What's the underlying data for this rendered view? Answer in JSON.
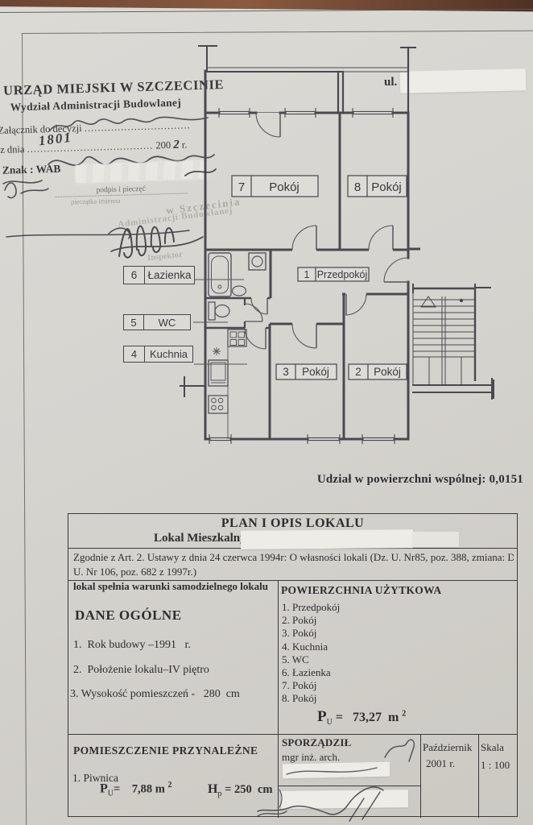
{
  "page": {
    "address_prefix": "ul.",
    "share_note": "Udział w powierzchni wspólnej: 0,0151"
  },
  "stamp": {
    "line1": "URZĄD MIEJSKI W SZCZECINIE",
    "line2": "Wydział Administracji Budowlanej",
    "line3": "Załącznik do decyzji",
    "line3_dots": "................................",
    "line4": "z dnia",
    "line4_dots": "......................................",
    "line4_year": "200",
    "line4_year_hand": "2",
    "line4_suffix": "r.",
    "hand_number": "1801",
    "line5": "Znak : WAB",
    "sig_caption": "podpis i pieczęć",
    "sig_caption2": "pieczątka imienna",
    "faint_stamp_line1": "w Szczecinia",
    "faint_stamp_line2": "Administracji Budowlanej",
    "faint_stamp_line3": "Inspektor"
  },
  "plan": {
    "rooms": [
      {
        "num": "1",
        "name": "Przedpokój"
      },
      {
        "num": "2",
        "name": "Pokój"
      },
      {
        "num": "3",
        "name": "Pokój"
      },
      {
        "num": "4",
        "name": "Kuchnia"
      },
      {
        "num": "5",
        "name": "WC"
      },
      {
        "num": "6",
        "name": "Łazienka"
      },
      {
        "num": "7",
        "name": "Pokój"
      },
      {
        "num": "8",
        "name": "Pokój"
      }
    ]
  },
  "table": {
    "title": "PLAN I OPIS LOKALU",
    "subtitle": "Lokal Mieszkalny",
    "legal_line1": "Zgodnie z Art. 2. Ustawy z dnia 24 czerwca 1994r: O własności lokali (Dz. U. Nr85, poz. 388, zmiana: Dz.",
    "legal_line2_normal": "U. Nr 106, poz. 682 z 1997r.) ",
    "legal_line2_bold": "lokal spełnia warunki samodzielnego lokalu",
    "general": {
      "heading": "DANE OGÓLNE",
      "items": [
        "1.  Rok budowy –1991   r.",
        "2.  Położenie lokalu–IV piętro",
        "3. Wysokość pomieszczeń -   280  cm"
      ]
    },
    "usable_area": {
      "heading": "POWIERZCHNIA UŻYTKOWA",
      "items": [
        "1. Przedpokój",
        "2. Pokój",
        "3. Pokój",
        "4. Kuchnia",
        "5. WC",
        "6. Łazienka",
        "7. Pokój",
        "8. Pokój"
      ],
      "total": {
        "symbol": "P",
        "sub": "U",
        "rest": " =   73,27  m ",
        "sup": "2"
      }
    },
    "annex": {
      "heading": "POMIESZCZENIE PRZYNALEŻNE",
      "item1": "1. Piwnica",
      "pu": {
        "symbol": "P",
        "sub": "U",
        "rest": "=    7,88 m ",
        "sup": "2"
      },
      "hp": {
        "symbol": "H",
        "sub": "p",
        "rest": " = 250  cm"
      }
    },
    "author": {
      "heading": "SPORZĄDZIŁ",
      "title_line": "mgr inż. arch."
    },
    "date": {
      "month": "Październik",
      "year": "2001 r."
    },
    "scale": {
      "label": "Skala",
      "value": "1 : 100"
    }
  }
}
